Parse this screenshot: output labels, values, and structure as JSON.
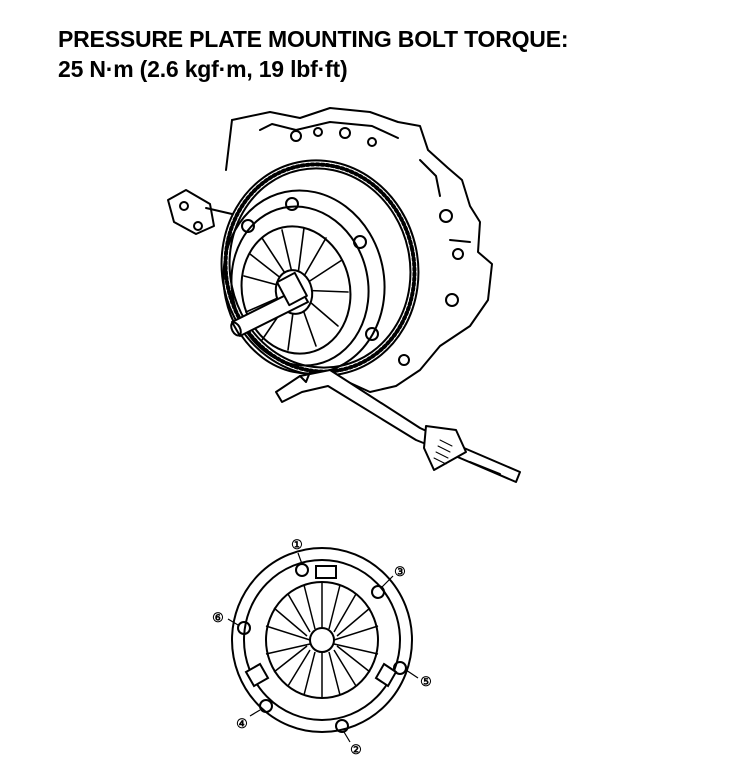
{
  "header": {
    "title": "PRESSURE PLATE MOUNTING BOLT TORQUE:",
    "torque": "25 N·m (2.6 kgf·m, 19 lbf·ft)"
  },
  "bolt_sequence": {
    "callouts": [
      "①",
      "②",
      "③",
      "④",
      "⑤",
      "⑥"
    ]
  }
}
